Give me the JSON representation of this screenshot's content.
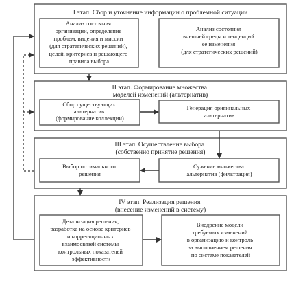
{
  "stages": [
    {
      "title_lines": [
        "I этап. Сбор и уточнение информации о проблемной ситуации"
      ],
      "left_box_lines": [
        "Анализ состояния",
        "организации, определение",
        "проблем, видения и миссии",
        "(для стратегических решений),",
        "целей, критериев и решающего",
        "правила выбора"
      ],
      "right_box_lines": [
        "Анализ состояния",
        "внешней среды и тенденций",
        "ее изменения",
        "(для стратегических решений)"
      ]
    },
    {
      "title_lines": [
        "II этап. Формирование множества",
        "моделей изменений (альтернатив)"
      ],
      "left_box_lines": [
        "Сбор существующих",
        "альтернатив",
        "(формирование коллекции)"
      ],
      "right_box_lines": [
        "Генерация оригинальных",
        "альтернатив"
      ]
    },
    {
      "title_lines": [
        "III этап. Осуществление выбора",
        "(собственно принятие решения)"
      ],
      "left_box_lines": [
        "Выбор оптимального",
        "решения"
      ],
      "right_box_lines": [
        "Сужение множества",
        "альтернатив (фильтрация)"
      ]
    },
    {
      "title_lines": [
        "IV этап. Реализация решения",
        "(внесение изменений в систему)"
      ],
      "left_box_lines": [
        "Детализация решения,",
        "разработка на основе критериев",
        "и корреляционных",
        "взаимосвязей системы",
        "контрольных показателей",
        "эффективности"
      ],
      "right_box_lines": [
        "Внедрение модели",
        "требуемых изменений",
        "в организацию и контроль",
        "за выполнением решения",
        "по системе показателей"
      ]
    }
  ]
}
